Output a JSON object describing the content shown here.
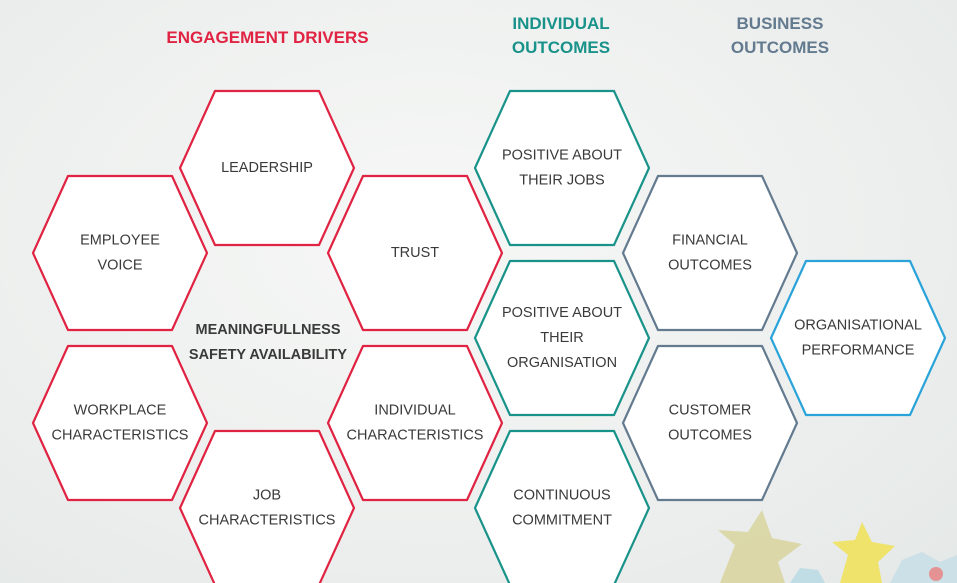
{
  "headings": {
    "engagement_drivers": "ENGAGEMENT DRIVERS",
    "individual_outcomes": "INDIVIDUAL\nOUTCOMES",
    "business_outcomes": "BUSINESS\nOUTCOMES"
  },
  "core": {
    "line1": "MEANINGFULLNESS",
    "line2": "SAFETY AVAILABILITY"
  },
  "colors": {
    "drivers": "#e02342",
    "individual": "#19938a",
    "business": "#637a8f",
    "performance": "#29a3d9"
  },
  "hexagons": [
    {
      "id": "leadership",
      "group": "drivers",
      "lines": [
        "LEADERSHIP"
      ]
    },
    {
      "id": "employee-voice",
      "group": "drivers",
      "lines": [
        "EMPLOYEE",
        "VOICE"
      ]
    },
    {
      "id": "trust",
      "group": "drivers",
      "lines": [
        "TRUST"
      ]
    },
    {
      "id": "workplace-characteristics",
      "group": "drivers",
      "lines": [
        "WORKPLACE",
        "CHARACTERISTICS"
      ]
    },
    {
      "id": "individual-characteristics",
      "group": "drivers",
      "lines": [
        "INDIVIDUAL",
        "CHARACTERISTICS"
      ]
    },
    {
      "id": "job-characteristics",
      "group": "drivers",
      "lines": [
        "JOB",
        "CHARACTERISTICS"
      ]
    },
    {
      "id": "positive-about-jobs",
      "group": "individual",
      "lines": [
        "POSITIVE ABOUT",
        "THEIR JOBS"
      ]
    },
    {
      "id": "positive-about-organisation",
      "group": "individual",
      "lines": [
        "POSITIVE ABOUT",
        "THEIR",
        "ORGANISATION"
      ]
    },
    {
      "id": "continuous-commitment",
      "group": "individual",
      "lines": [
        "CONTINUOUS",
        "COMMITMENT"
      ]
    },
    {
      "id": "financial-outcomes",
      "group": "business",
      "lines": [
        "FINANCIAL",
        "OUTCOMES"
      ]
    },
    {
      "id": "customer-outcomes",
      "group": "business",
      "lines": [
        "CUSTOMER",
        "OUTCOMES"
      ]
    },
    {
      "id": "organisational-performance",
      "group": "performance",
      "lines": [
        "ORGANISATIONAL",
        "PERFORMANCE"
      ]
    }
  ]
}
